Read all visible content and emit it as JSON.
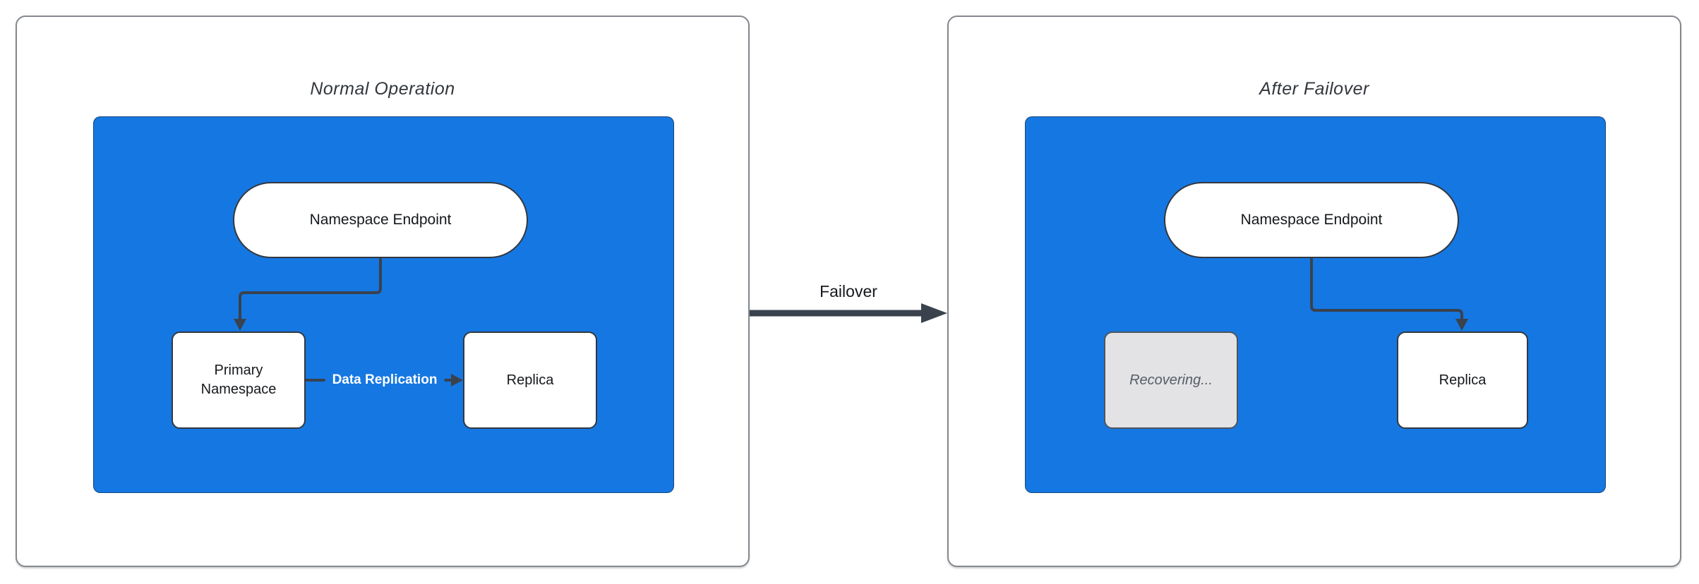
{
  "colors": {
    "blue": "#1577E2",
    "arrow": "#39424D",
    "node-border": "#33383F",
    "node-text": "#15181C",
    "title-text": "#32373D",
    "panel-border": "#85898F",
    "recovering-fill": "#E3E3E6",
    "recovering-text": "#565D66",
    "recovering-border": "#4E555C",
    "edge-label-text": "#FFFFFF"
  },
  "left_panel": {
    "title": "Normal Operation",
    "endpoint": "Namespace Endpoint",
    "primary": "Primary Namespace",
    "replica": "Replica",
    "replication_label": "Data Replication"
  },
  "failover": {
    "label": "Failover"
  },
  "right_panel": {
    "title": "After Failover",
    "endpoint": "Namespace Endpoint",
    "recovering": "Recovering...",
    "replica": "Replica"
  }
}
